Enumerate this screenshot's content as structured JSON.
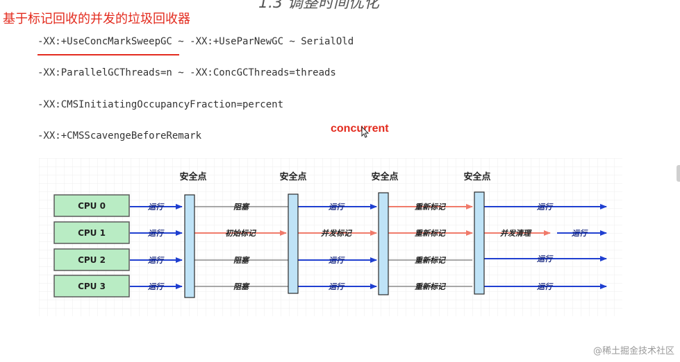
{
  "header": {
    "partial_title": "1.3 调整时间优化",
    "title": "基于标记回收的并发的垃圾回收器"
  },
  "commands": [
    "-XX:+UseConcMarkSweepGC ~ -XX:+UseParNewGC ~ SerialOld",
    "-XX:ParallelGCThreads=n ~ -XX:ConcGCThreads=threads",
    "-XX:CMSInitiatingOccupancyFraction=percent",
    "-XX:+CMSScavengeBeforeRemark"
  ],
  "annotation": "concurrent",
  "diagram": {
    "safepoint_label": "安全点",
    "cpus": [
      "CPU 0",
      "CPU 1",
      "CPU 2",
      "CPU 3"
    ],
    "segments": [
      [
        "运行",
        "阻塞",
        "运行",
        "重新标记",
        "运行"
      ],
      [
        "运行",
        "初始标记",
        "并发标记",
        "重新标记",
        "并发清理",
        "运行"
      ],
      [
        "运行",
        "阻塞",
        "运行",
        "重新标记",
        "运行"
      ],
      [
        "运行",
        "阻塞",
        "运行",
        "重新标记",
        "运行"
      ]
    ],
    "colors": {
      "cpu_fill": "#b9ecc4",
      "cpu_border": "#5a5a5a",
      "bar_fill": "#bfe3f7",
      "blue_arrow": "#1f3fd0",
      "red_arrow": "#f07a6a",
      "gray_line": "#8a8a8a"
    }
  },
  "watermark": "@稀土掘金技术社区"
}
